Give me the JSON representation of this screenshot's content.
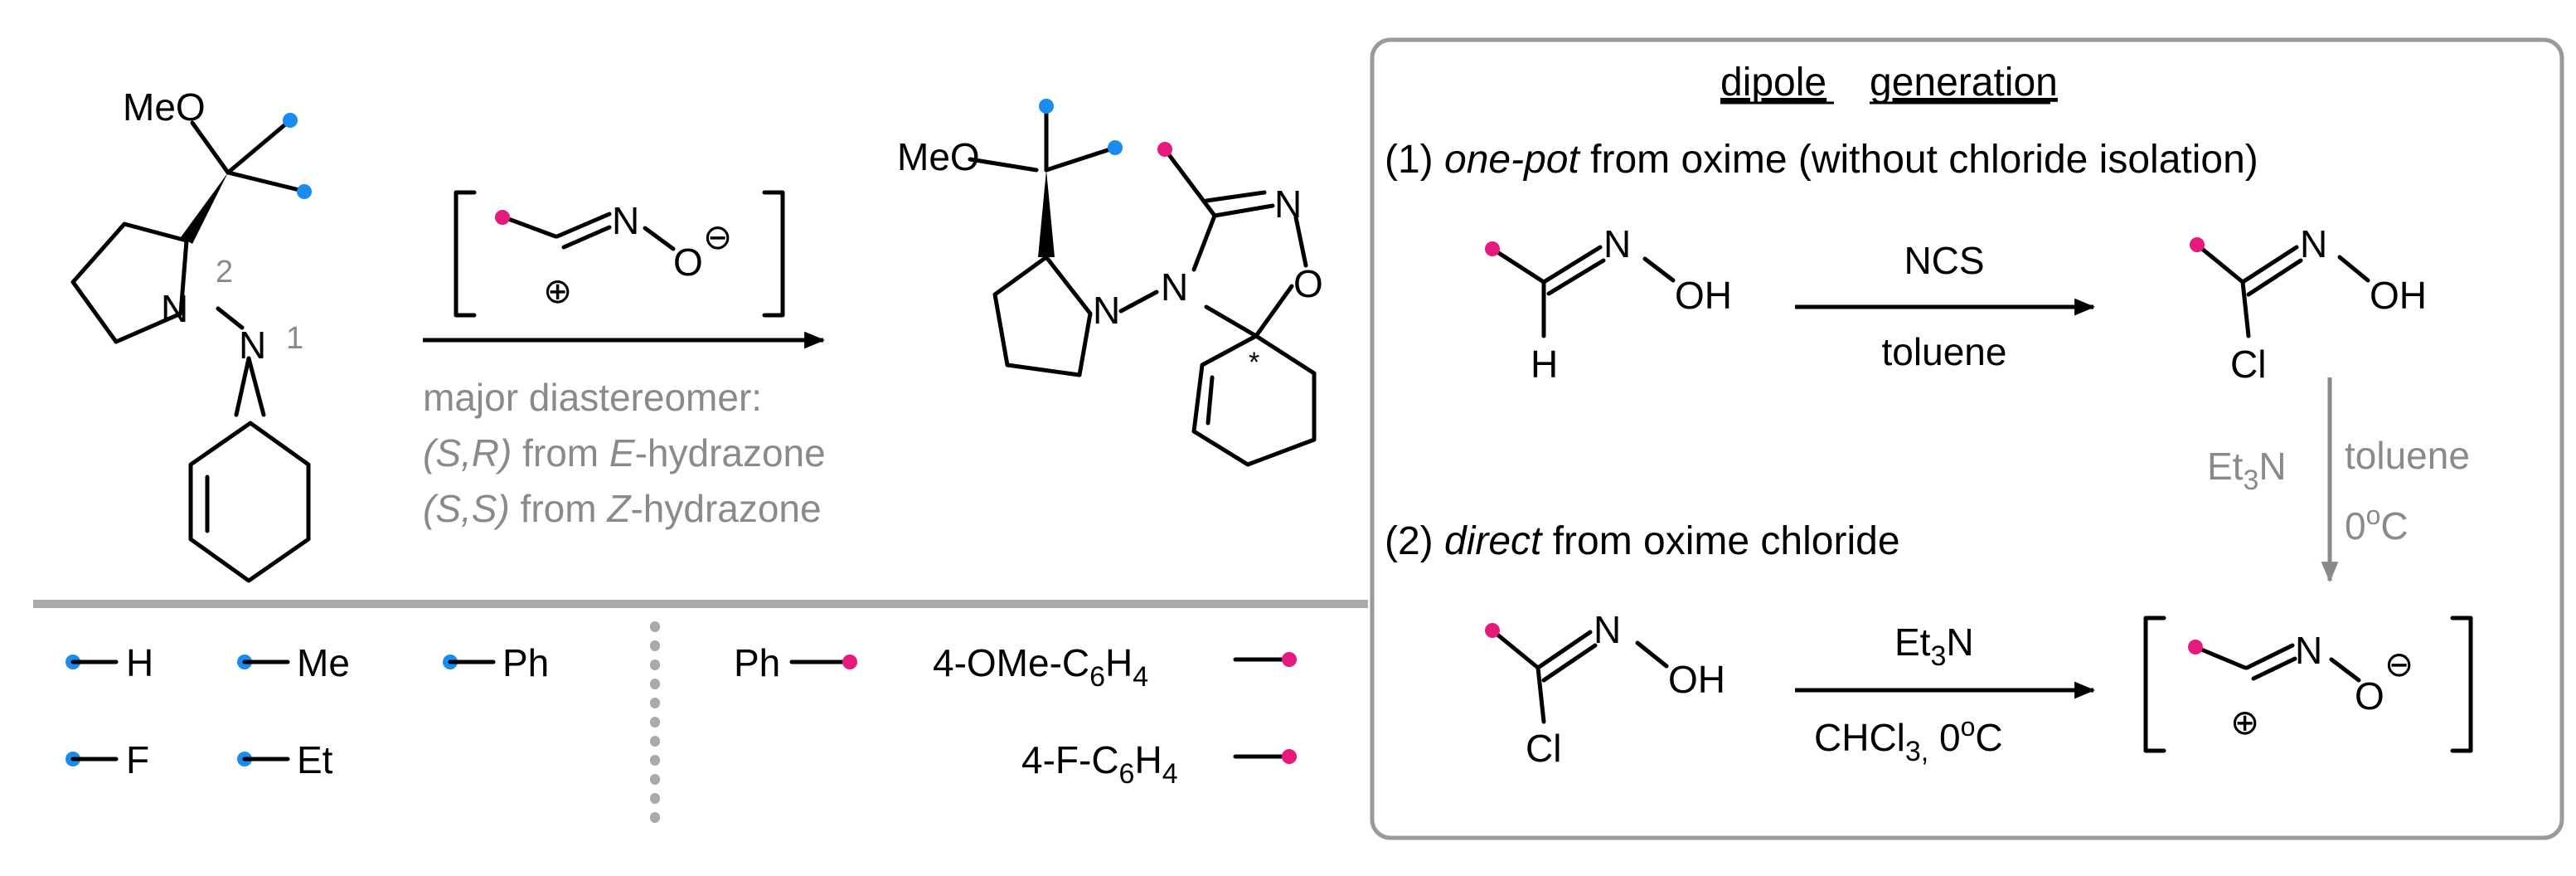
{
  "colors": {
    "blue_substituent": "#1a8cf0",
    "pink_substituent": "#e8197c",
    "grey": "#8a8a8a",
    "frame": "#9a9a9a"
  },
  "left_scheme": {
    "hydrazone": {
      "meo": "MeO",
      "n2": "N",
      "n2_number": "2",
      "n1": "N",
      "n1_number": "1"
    },
    "reagent": {
      "n": "N",
      "o": "O",
      "minus": "⊖",
      "plus": "⊕"
    },
    "conditions": {
      "line1": "major diastereomer:",
      "line2_stereo": "(S,R)",
      "line2_from": " from ",
      "line2_isomer": "E",
      "line2_rest": "-hydrazone",
      "line3_stereo": "(S,S)",
      "line3_from": " from ",
      "line3_isomer": "Z",
      "line3_rest": "-hydrazone"
    },
    "product": {
      "meo": "MeO",
      "n_pyrrolidine": "N",
      "n_ring": "N",
      "n_imine": "N",
      "o_ring": "O",
      "stereocenter": "*"
    }
  },
  "legend": {
    "blue": [
      "H",
      "Me",
      "Ph",
      "F",
      "Et"
    ],
    "pink": [
      {
        "prefix": "Ph",
        "sub": "",
        "suffix": ""
      },
      {
        "prefix": "4-OMe-C",
        "sub": "6",
        "mid": "H",
        "sub2": "4",
        "suffix": ""
      },
      {
        "prefix": "4-F-C",
        "sub": "6",
        "mid": "H",
        "sub2": "4",
        "suffix": ""
      }
    ]
  },
  "dipole_box": {
    "title_word1": "dipole",
    "title_word2": "generation",
    "route1_num": "(1) ",
    "route1_italic": "one-pot",
    "route1_rest": " from oxime (without chloride isolation)",
    "oxime": {
      "n": "N",
      "oh": "OH",
      "h": "H"
    },
    "reagent1_top": "NCS",
    "reagent1_bottom": "toluene",
    "chloro_oxime": {
      "n": "N",
      "oh": "OH",
      "cl": "Cl"
    },
    "down_arrow": {
      "left_main": "Et",
      "left_sub": "3",
      "left_end": "N",
      "right_top": "toluene",
      "right_bottom_num": "0",
      "right_bottom_sup": "o",
      "right_bottom_end": "C"
    },
    "route2_num": "(2) ",
    "route2_italic": "direct",
    "route2_rest": " from oxime chloride",
    "chloro_oxime2": {
      "n": "N",
      "oh": "OH",
      "cl": "Cl"
    },
    "reagent2_top_main": "Et",
    "reagent2_top_sub": "3",
    "reagent2_top_end": "N",
    "reagent2_bottom_main": "CHCl",
    "reagent2_bottom_sub": "3,",
    "reagent2_bottom_temp": " 0",
    "reagent2_bottom_sup": "o",
    "reagent2_bottom_end": "C",
    "nitrile_oxide": {
      "n": "N",
      "o": "O",
      "minus": "⊖",
      "plus": "⊕"
    }
  }
}
